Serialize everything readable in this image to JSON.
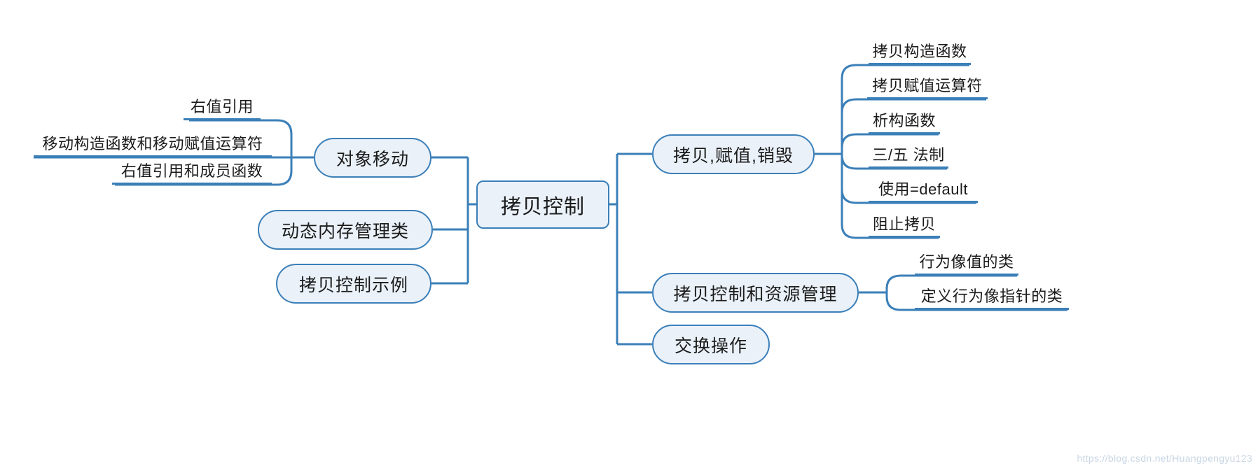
{
  "diagram": {
    "type": "mind-map",
    "title": "拷贝控制",
    "accent_color": "#3b7fb8",
    "node_fill": "#eaf1f9",
    "text_color": "#1b1b1b",
    "background": "#ffffff"
  },
  "center": {
    "label": "拷贝控制"
  },
  "left_branches": [
    {
      "label": "对象移动",
      "children": [
        {
          "label": "右值引用"
        },
        {
          "label": "移动构造函数和移动赋值运算符"
        },
        {
          "label": "右值引用和成员函数"
        }
      ]
    },
    {
      "label": "动态内存管理类",
      "children": []
    },
    {
      "label": "拷贝控制示例",
      "children": []
    }
  ],
  "right_branches": [
    {
      "label": "拷贝,赋值,销毁",
      "children": [
        {
          "label": "拷贝构造函数"
        },
        {
          "label": "拷贝赋值运算符"
        },
        {
          "label": "析构函数"
        },
        {
          "label": "三/五 法制"
        },
        {
          "label": "使用=default"
        },
        {
          "label": "阻止拷贝"
        }
      ]
    },
    {
      "label": "拷贝控制和资源管理",
      "children": [
        {
          "label": "行为像值的类"
        },
        {
          "label": "定义行为像指针的类"
        }
      ]
    },
    {
      "label": "交换操作",
      "children": []
    }
  ],
  "watermark": {
    "text": "https://blog.csdn.net/Huangpengyu123"
  }
}
